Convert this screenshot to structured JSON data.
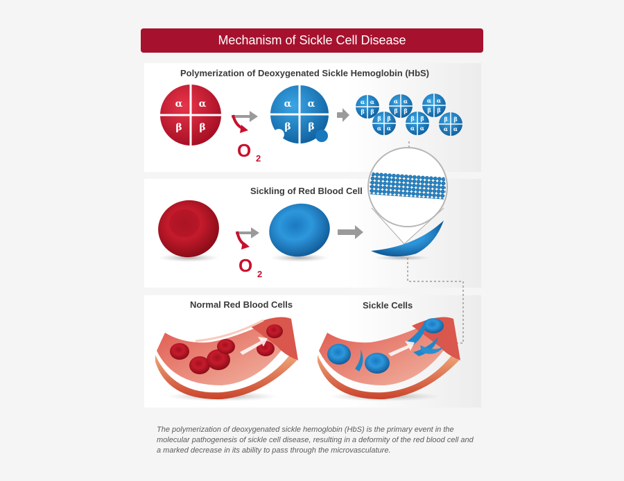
{
  "title": "Mechanism of Sickle Cell Disease",
  "sections": {
    "polymerization": "Polymerization of Deoxygenated Sickle Hemoglobin (HbS)",
    "sickling": "Sickling of Red Blood Cell",
    "normal_cells": "Normal Red Blood Cells",
    "sickle_cells": "Sickle Cells"
  },
  "symbols": {
    "alpha": "α",
    "beta": "β",
    "oxygen": "O",
    "oxygen_sub": "2"
  },
  "caption": "The polymerization of deoxygenated sickle hemoglobin (HbS) is the primary event in the molecular pathogenesis of sickle cell disease, resulting in a deformity of the red blood cell and a marked decrease in its ability to pass through the microvasculature.",
  "colors": {
    "title_bar": "#a6122e",
    "red": "#c8102e",
    "blue": "#1f86c9",
    "arrow_gray": "#8c8c8c"
  }
}
